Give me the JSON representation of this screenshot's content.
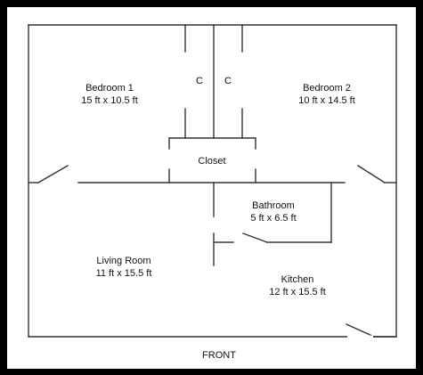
{
  "rooms": {
    "bedroom1": {
      "name": "Bedroom 1",
      "size": "15 ft x 10.5 ft"
    },
    "bedroom2": {
      "name": "Bedroom 2",
      "size": "10 ft x 14.5 ft"
    },
    "closet": {
      "name": "Closet"
    },
    "closet_left": {
      "name": "C"
    },
    "closet_right": {
      "name": "C"
    },
    "bathroom": {
      "name": "Bathroom",
      "size": "5 ft x 6.5 ft"
    },
    "living_room": {
      "name": "Living Room",
      "size": "11 ft x 15.5 ft"
    },
    "kitchen": {
      "name": "Kitchen",
      "size": "12 ft x 15.5 ft"
    }
  },
  "front_label": "FRONT",
  "colors": {
    "background": "#000000",
    "paper": "#ffffff",
    "wall": "#333333",
    "text": "#111111"
  }
}
